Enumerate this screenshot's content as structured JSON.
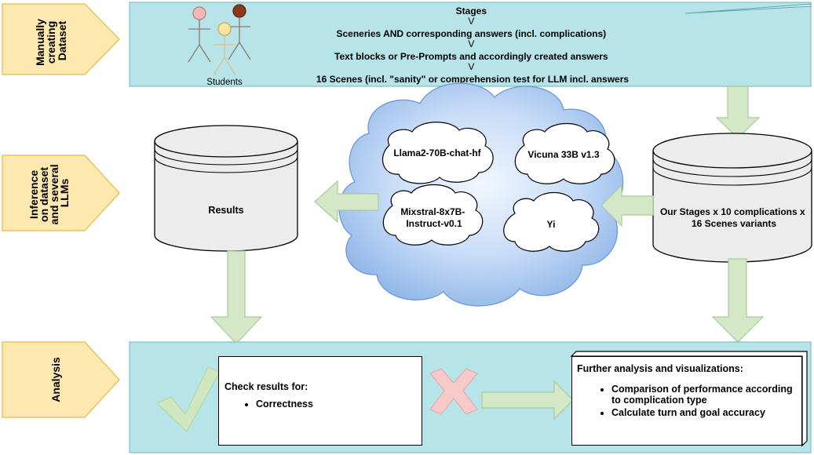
{
  "phases": [
    {
      "label_lines": [
        "Manually",
        "creating",
        "Dataset"
      ]
    },
    {
      "label_lines": [
        "Inference",
        "on dataset",
        "and several",
        "LLMs"
      ]
    },
    {
      "label_lines": [
        "Analysis"
      ]
    }
  ],
  "dataset_panel": {
    "lines": [
      "Stages",
      "V",
      "Sceneries  AND corresponding answers (incl. complications)",
      "V",
      "Text blocks or Pre-Prompts and accordingly created answers",
      "V",
      "16 Scenes (incl. \"sanity\" or comprehension test for LLM incl. answers"
    ],
    "students_label": "Students"
  },
  "results_db": {
    "label": "Results"
  },
  "input_db": {
    "label_lines": [
      "Our Stages x 10 complications x",
      "16 Scenes variants"
    ]
  },
  "llm_cloud": {
    "models": [
      {
        "lines": [
          "Llama2-70B-chat-hf"
        ]
      },
      {
        "lines": [
          "Vicuna 33B v1.3"
        ]
      },
      {
        "lines": [
          "Mixstral-8x7B-",
          "Instruct-v0.1"
        ]
      },
      {
        "lines": [
          "Yi"
        ]
      }
    ]
  },
  "check_box": {
    "heading": "Check results for:",
    "items": [
      "Correctness"
    ]
  },
  "further_box": {
    "heading": "Further analysis and visualizations:",
    "items": [
      "Comparison of performance according to complication type",
      "Calculate turn and goal accuracy"
    ]
  },
  "colors": {
    "panel_fill": "#b6e4e8",
    "phase_fill": "#fde9b0",
    "arrow_fill": "#d4e8c8",
    "arrow_stroke": "#a8cc98",
    "cloud_fill": "#9fc3ee",
    "db_fill": "#ececec",
    "check_fill": "#cfe6be",
    "cross_fill": "#f7c9c9",
    "student_colors": [
      "#f4b6b6",
      "#ffe6a3",
      "#8b3a1a"
    ]
  }
}
